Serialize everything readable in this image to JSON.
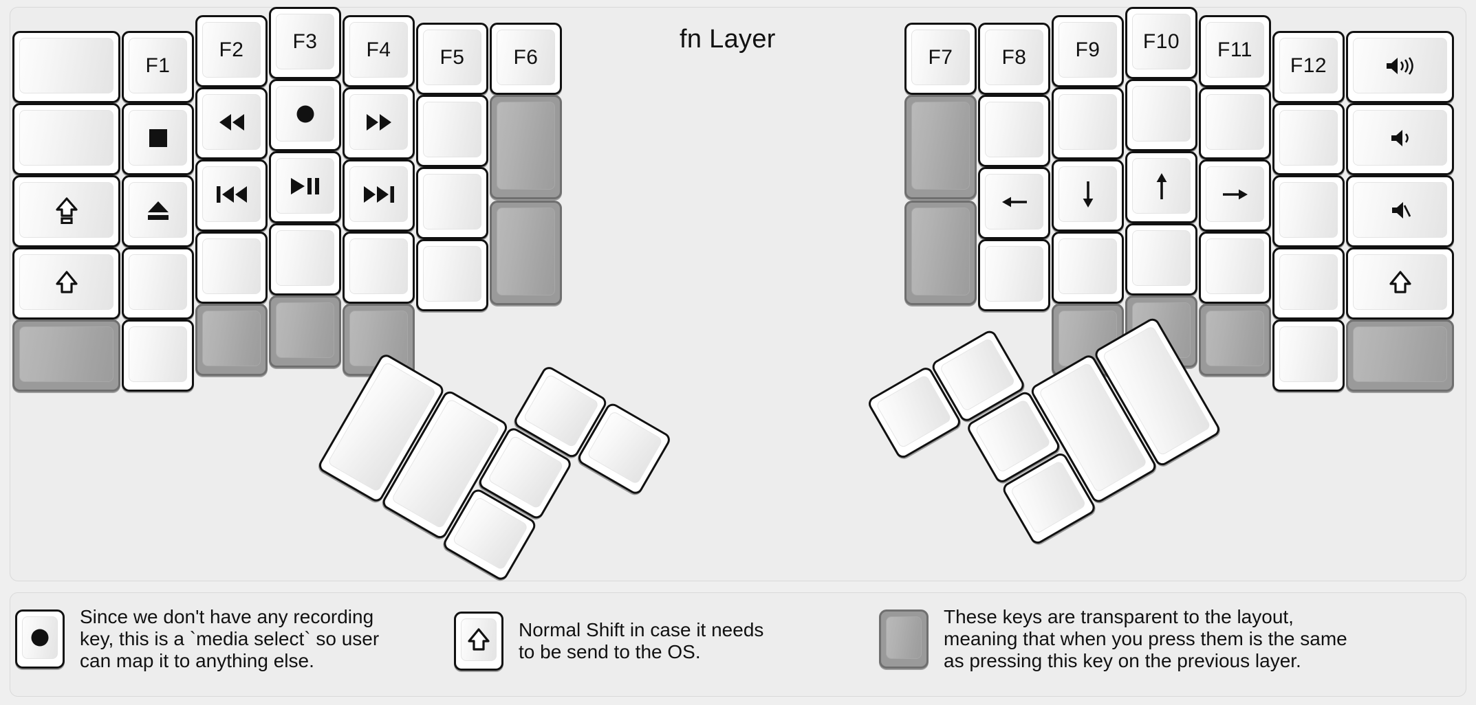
{
  "title": "fn Layer",
  "colors": {
    "background": "#efefef",
    "panel": "#ededed",
    "key_face": "#ffffff",
    "key_outline": "#111111",
    "transparent_key": "#9a9a9a"
  },
  "legend": [
    {
      "icon": "record-dot-icon",
      "key_state": "normal",
      "text": "Since we don't have any recording\nkey, this is a `media select` so user\ncan map it to anything else."
    },
    {
      "icon": "shift-arrow-icon",
      "key_state": "normal",
      "text": "Normal Shift in case it needs\nto be send to the OS."
    },
    {
      "icon": "blank-icon",
      "key_state": "transparent",
      "text": "These keys are transparent to the layout,\nmeaning that when you press them is the same\nas pressing this key on the previous layer."
    }
  ],
  "left_half": {
    "columns": [
      {
        "name": "col-outer",
        "keys": [
          {
            "label": "",
            "icon": "",
            "state": "normal"
          },
          {
            "label": "",
            "icon": "",
            "state": "normal"
          },
          {
            "label": "",
            "icon": "caps-lock-icon",
            "state": "normal"
          },
          {
            "label": "",
            "icon": "shift-arrow-icon",
            "state": "normal"
          },
          {
            "label": "",
            "icon": "",
            "state": "transparent"
          }
        ]
      },
      {
        "name": "col-pinky",
        "keys": [
          {
            "label": "F1",
            "icon": "",
            "state": "normal"
          },
          {
            "label": "",
            "icon": "media-stop-icon",
            "state": "normal"
          },
          {
            "label": "",
            "icon": "media-eject-icon",
            "state": "normal"
          },
          {
            "label": "",
            "icon": "",
            "state": "normal"
          },
          {
            "label": "",
            "icon": "",
            "state": "normal"
          }
        ]
      },
      {
        "name": "col-ring",
        "keys": [
          {
            "label": "F2",
            "icon": "",
            "state": "normal"
          },
          {
            "label": "",
            "icon": "media-rewind-icon",
            "state": "normal"
          },
          {
            "label": "",
            "icon": "media-prev-icon",
            "state": "normal"
          },
          {
            "label": "",
            "icon": "",
            "state": "normal"
          },
          {
            "label": "",
            "icon": "",
            "state": "transparent"
          }
        ]
      },
      {
        "name": "col-middle",
        "keys": [
          {
            "label": "F3",
            "icon": "",
            "state": "normal"
          },
          {
            "label": "",
            "icon": "record-dot-icon",
            "state": "normal"
          },
          {
            "label": "",
            "icon": "media-playpause-icon",
            "state": "normal"
          },
          {
            "label": "",
            "icon": "",
            "state": "normal"
          },
          {
            "label": "",
            "icon": "",
            "state": "transparent"
          }
        ]
      },
      {
        "name": "col-index",
        "keys": [
          {
            "label": "F4",
            "icon": "",
            "state": "normal"
          },
          {
            "label": "",
            "icon": "media-fastforward-icon",
            "state": "normal"
          },
          {
            "label": "",
            "icon": "media-next-icon",
            "state": "normal"
          },
          {
            "label": "",
            "icon": "",
            "state": "normal"
          },
          {
            "label": "",
            "icon": "",
            "state": "transparent"
          }
        ]
      },
      {
        "name": "col-inner",
        "keys": [
          {
            "label": "F5",
            "icon": "",
            "state": "normal"
          },
          {
            "label": "",
            "icon": "",
            "state": "normal"
          },
          {
            "label": "",
            "icon": "",
            "state": "normal"
          },
          {
            "label": "",
            "icon": "",
            "state": "normal"
          }
        ]
      },
      {
        "name": "col-innermost",
        "keys": [
          {
            "label": "F6",
            "icon": "",
            "state": "normal"
          },
          {
            "label": "",
            "icon": "",
            "state": "transparent"
          },
          {
            "label": "",
            "icon": "",
            "state": "transparent"
          }
        ]
      }
    ],
    "thumb_cluster_count": 6
  },
  "right_half": {
    "columns": [
      {
        "name": "col-innermost",
        "keys": [
          {
            "label": "F7",
            "icon": "",
            "state": "normal"
          },
          {
            "label": "",
            "icon": "",
            "state": "transparent"
          },
          {
            "label": "",
            "icon": "",
            "state": "transparent"
          }
        ]
      },
      {
        "name": "col-inner",
        "keys": [
          {
            "label": "F8",
            "icon": "",
            "state": "normal"
          },
          {
            "label": "",
            "icon": "",
            "state": "normal"
          },
          {
            "label": "",
            "icon": "arrow-left-icon",
            "state": "normal"
          },
          {
            "label": "",
            "icon": "",
            "state": "normal"
          }
        ]
      },
      {
        "name": "col-index",
        "keys": [
          {
            "label": "F9",
            "icon": "",
            "state": "normal"
          },
          {
            "label": "",
            "icon": "",
            "state": "normal"
          },
          {
            "label": "",
            "icon": "arrow-down-icon",
            "state": "normal"
          },
          {
            "label": "",
            "icon": "",
            "state": "normal"
          },
          {
            "label": "",
            "icon": "",
            "state": "transparent"
          }
        ]
      },
      {
        "name": "col-middle",
        "keys": [
          {
            "label": "F10",
            "icon": "",
            "state": "normal"
          },
          {
            "label": "",
            "icon": "",
            "state": "normal"
          },
          {
            "label": "",
            "icon": "arrow-up-icon",
            "state": "normal"
          },
          {
            "label": "",
            "icon": "",
            "state": "normal"
          },
          {
            "label": "",
            "icon": "",
            "state": "transparent"
          }
        ]
      },
      {
        "name": "col-ring",
        "keys": [
          {
            "label": "F11",
            "icon": "",
            "state": "normal"
          },
          {
            "label": "",
            "icon": "",
            "state": "normal"
          },
          {
            "label": "",
            "icon": "arrow-right-icon",
            "state": "normal"
          },
          {
            "label": "",
            "icon": "",
            "state": "normal"
          },
          {
            "label": "",
            "icon": "",
            "state": "transparent"
          }
        ]
      },
      {
        "name": "col-pinky",
        "keys": [
          {
            "label": "F12",
            "icon": "",
            "state": "normal"
          },
          {
            "label": "",
            "icon": "",
            "state": "normal"
          },
          {
            "label": "",
            "icon": "",
            "state": "normal"
          },
          {
            "label": "",
            "icon": "",
            "state": "normal"
          },
          {
            "label": "",
            "icon": "",
            "state": "normal"
          }
        ]
      },
      {
        "name": "col-outer",
        "keys": [
          {
            "label": "",
            "icon": "volume-up-icon",
            "state": "normal"
          },
          {
            "label": "",
            "icon": "volume-down-icon",
            "state": "normal"
          },
          {
            "label": "",
            "icon": "volume-mute-icon",
            "state": "normal"
          },
          {
            "label": "",
            "icon": "shift-arrow-icon",
            "state": "normal"
          },
          {
            "label": "",
            "icon": "",
            "state": "transparent"
          }
        ]
      }
    ],
    "thumb_cluster_count": 6
  }
}
